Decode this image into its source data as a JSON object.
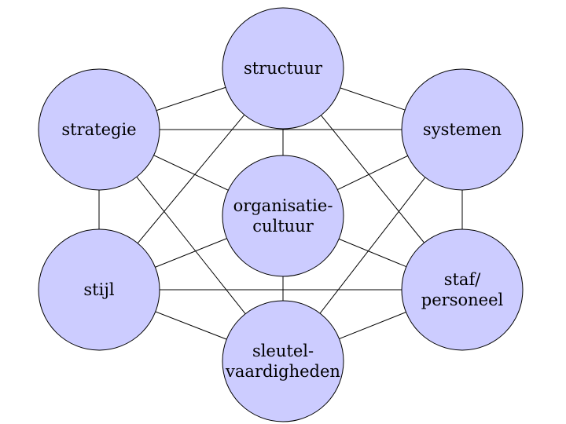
{
  "diagram": {
    "nodes": [
      {
        "id": "structuur",
        "lines": [
          "structuur"
        ]
      },
      {
        "id": "strategie",
        "lines": [
          "strategie"
        ]
      },
      {
        "id": "systemen",
        "lines": [
          "systemen"
        ]
      },
      {
        "id": "cultuur",
        "lines": [
          "organisatie-",
          "cultuur"
        ]
      },
      {
        "id": "stijl",
        "lines": [
          "stijl"
        ]
      },
      {
        "id": "staf",
        "lines": [
          "staf/",
          "personeel"
        ]
      },
      {
        "id": "sleutel",
        "lines": [
          "sleutel-",
          "vaardigheden"
        ]
      }
    ],
    "edges": [
      [
        "structuur",
        "strategie"
      ],
      [
        "structuur",
        "systemen"
      ],
      [
        "structuur",
        "cultuur"
      ],
      [
        "structuur",
        "stijl"
      ],
      [
        "structuur",
        "staf"
      ],
      [
        "strategie",
        "systemen"
      ],
      [
        "strategie",
        "cultuur"
      ],
      [
        "strategie",
        "stijl"
      ],
      [
        "strategie",
        "sleutel"
      ],
      [
        "systemen",
        "cultuur"
      ],
      [
        "systemen",
        "staf"
      ],
      [
        "systemen",
        "sleutel"
      ],
      [
        "cultuur",
        "stijl"
      ],
      [
        "cultuur",
        "staf"
      ],
      [
        "cultuur",
        "sleutel"
      ],
      [
        "stijl",
        "staf"
      ],
      [
        "stijl",
        "sleutel"
      ],
      [
        "staf",
        "sleutel"
      ]
    ],
    "colors": {
      "node_fill": "#ccccff",
      "stroke": "#000000"
    }
  }
}
